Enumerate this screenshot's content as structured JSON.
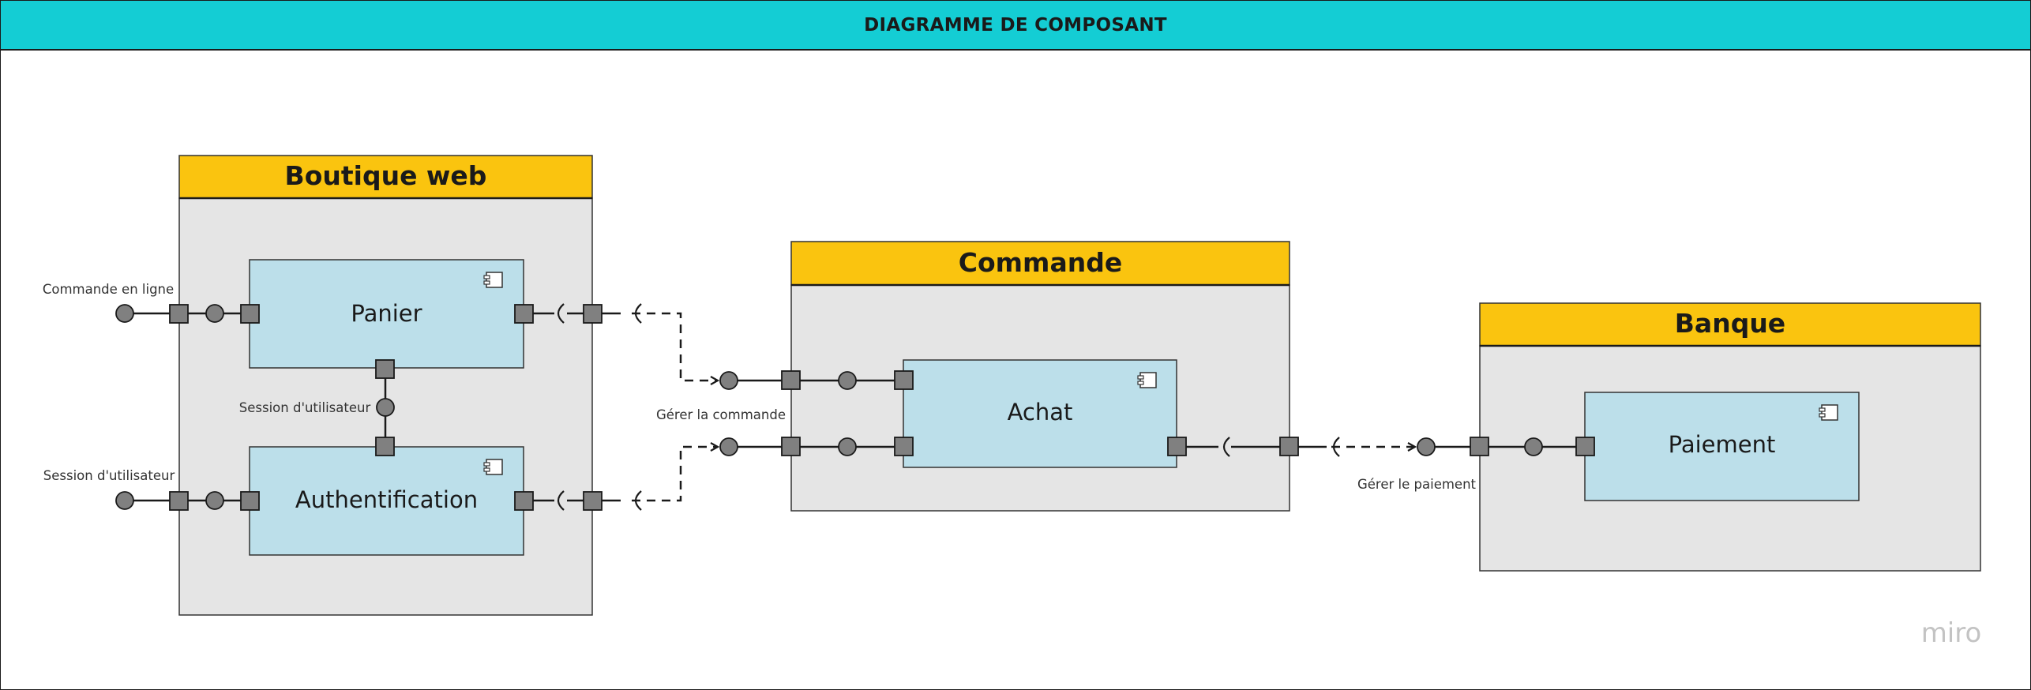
{
  "header": {
    "title": "DIAGRAMME DE COMPOSANT"
  },
  "packages": {
    "boutique": {
      "title": "Boutique web"
    },
    "commande": {
      "title": "Commande"
    },
    "banque": {
      "title": "Banque"
    }
  },
  "components": {
    "panier": "Panier",
    "authentification": "Authentification",
    "achat": "Achat",
    "paiement": "Paiement"
  },
  "labels": {
    "commande_en_ligne": "Commande en ligne",
    "session_utilisateur_left": "Session d'utilisateur",
    "session_utilisateur_mid": "Session d'utilisateur",
    "gerer_commande": "Gérer la commande",
    "gerer_paiement": "Gérer le paiement"
  },
  "logo": "miro",
  "colors": {
    "header_bg": "#14cdd4",
    "package_title_bg": "#fac40f",
    "package_body_bg": "#e5e5e5",
    "component_bg": "#bcdfea",
    "port_fill": "#808080"
  }
}
